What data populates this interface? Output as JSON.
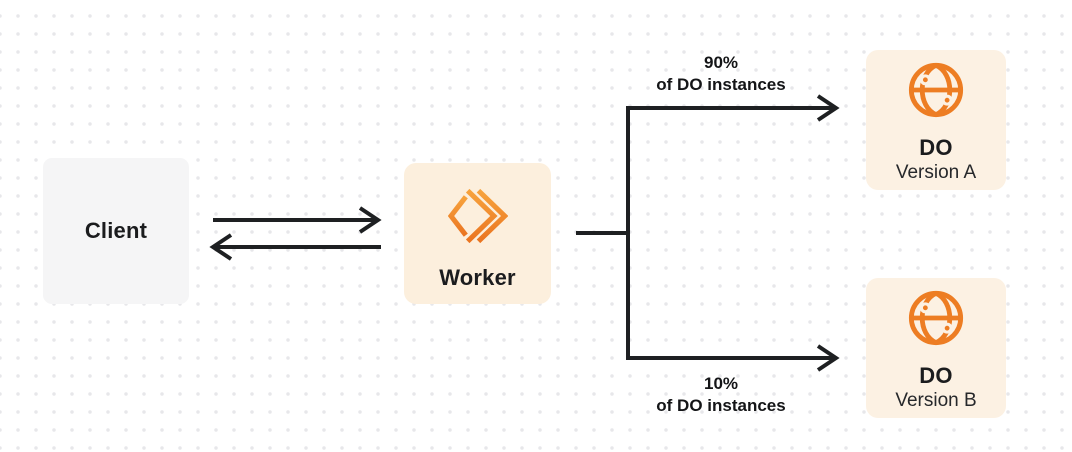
{
  "colors": {
    "accent_orange": "#ED7D23",
    "accent_orange_light": "#F7A33D",
    "accent_orange_dark": "#EA7521",
    "arrow": "#1E2022",
    "text": "#1B1C1E",
    "client_box_bg": "#F5F5F6",
    "cream_box_bg": "#FCF1E3",
    "background_dot": "#E7E7EA"
  },
  "nodes": {
    "client": {
      "label": "Client"
    },
    "worker": {
      "label": "Worker",
      "icon": "workers-chevrons-icon"
    },
    "do_version_a": {
      "title": "DO",
      "subtitle": "Version A",
      "icon": "globe-icon"
    },
    "do_version_b": {
      "title": "DO",
      "subtitle": "Version B",
      "icon": "globe-icon"
    }
  },
  "edges": {
    "client_worker": {
      "style": "bidirectional-arrows"
    },
    "branch_top": {
      "percent": "90%",
      "caption": "of DO instances"
    },
    "branch_bottom": {
      "percent": "10%",
      "caption": "of DO instances"
    }
  }
}
